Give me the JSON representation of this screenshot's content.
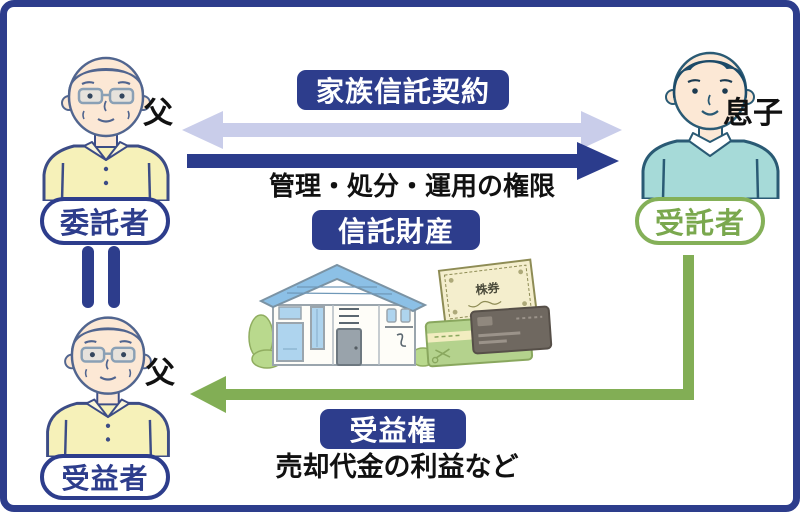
{
  "contract_arrow": {
    "label": "家族信託契約"
  },
  "authority_arrow": {
    "label": "管理・処分・運用の権限"
  },
  "trust_property": {
    "label": "信託財産",
    "certificate_text": "株券"
  },
  "beneficiary_arrow": {
    "label": "受益権",
    "description": "売却代金の利益など"
  },
  "actors": {
    "settlor": {
      "role": "委託者",
      "person_label": "父"
    },
    "trustee": {
      "role": "受託者",
      "person_label": "息子"
    },
    "beneficiary": {
      "role": "受益者",
      "person_label": "父"
    }
  },
  "colors": {
    "navy": "#2d3d8c",
    "lavender_arrow": "#c9cdea",
    "green_arrow": "#82ae55",
    "pill_green": "#84b058",
    "shirt_yellow": "#f6f1b9",
    "sweater_teal": "#a6dad8",
    "roof_blue": "#8cc0e6",
    "hair_gray": "#ccd8e0",
    "hair_dark": "#1c4a68"
  }
}
